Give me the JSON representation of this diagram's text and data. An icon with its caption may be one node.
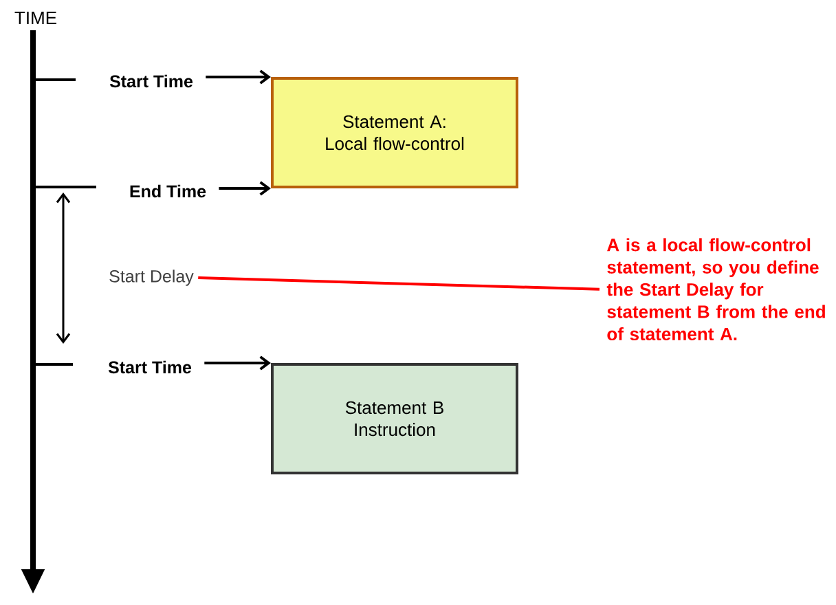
{
  "diagram": {
    "nodes": [
      {
        "text": [
          "Statement A: Local flow-control"
        ]
      },
      {
        "text": [
          "Statement B Instruction"
        ]
      },
      {
        "text": [
          "Start Time"
        ]
      },
      {
        "text": [
          "End Time"
        ]
      },
      {
        "text": [
          "Start Time"
        ]
      },
      {
        "text": [
          "Start Delay"
        ]
      },
      {
        "text": [
          "A is a local flow-control statement, so you define the Start Delay for statement B from the end of statement A."
        ]
      }
    ],
    "edges": [
      {
        "from": 2,
        "to": 0,
        "arrow": "to"
      },
      {
        "from": 3,
        "to": 0,
        "arrow": "to"
      },
      {
        "from": 4,
        "to": 1,
        "arrow": "to"
      },
      {
        "from": 5,
        "to": 6,
        "arrow": "none",
        "color": "#ff0000"
      }
    ],
    "labels": [
      "TIME"
    ]
  }
}
